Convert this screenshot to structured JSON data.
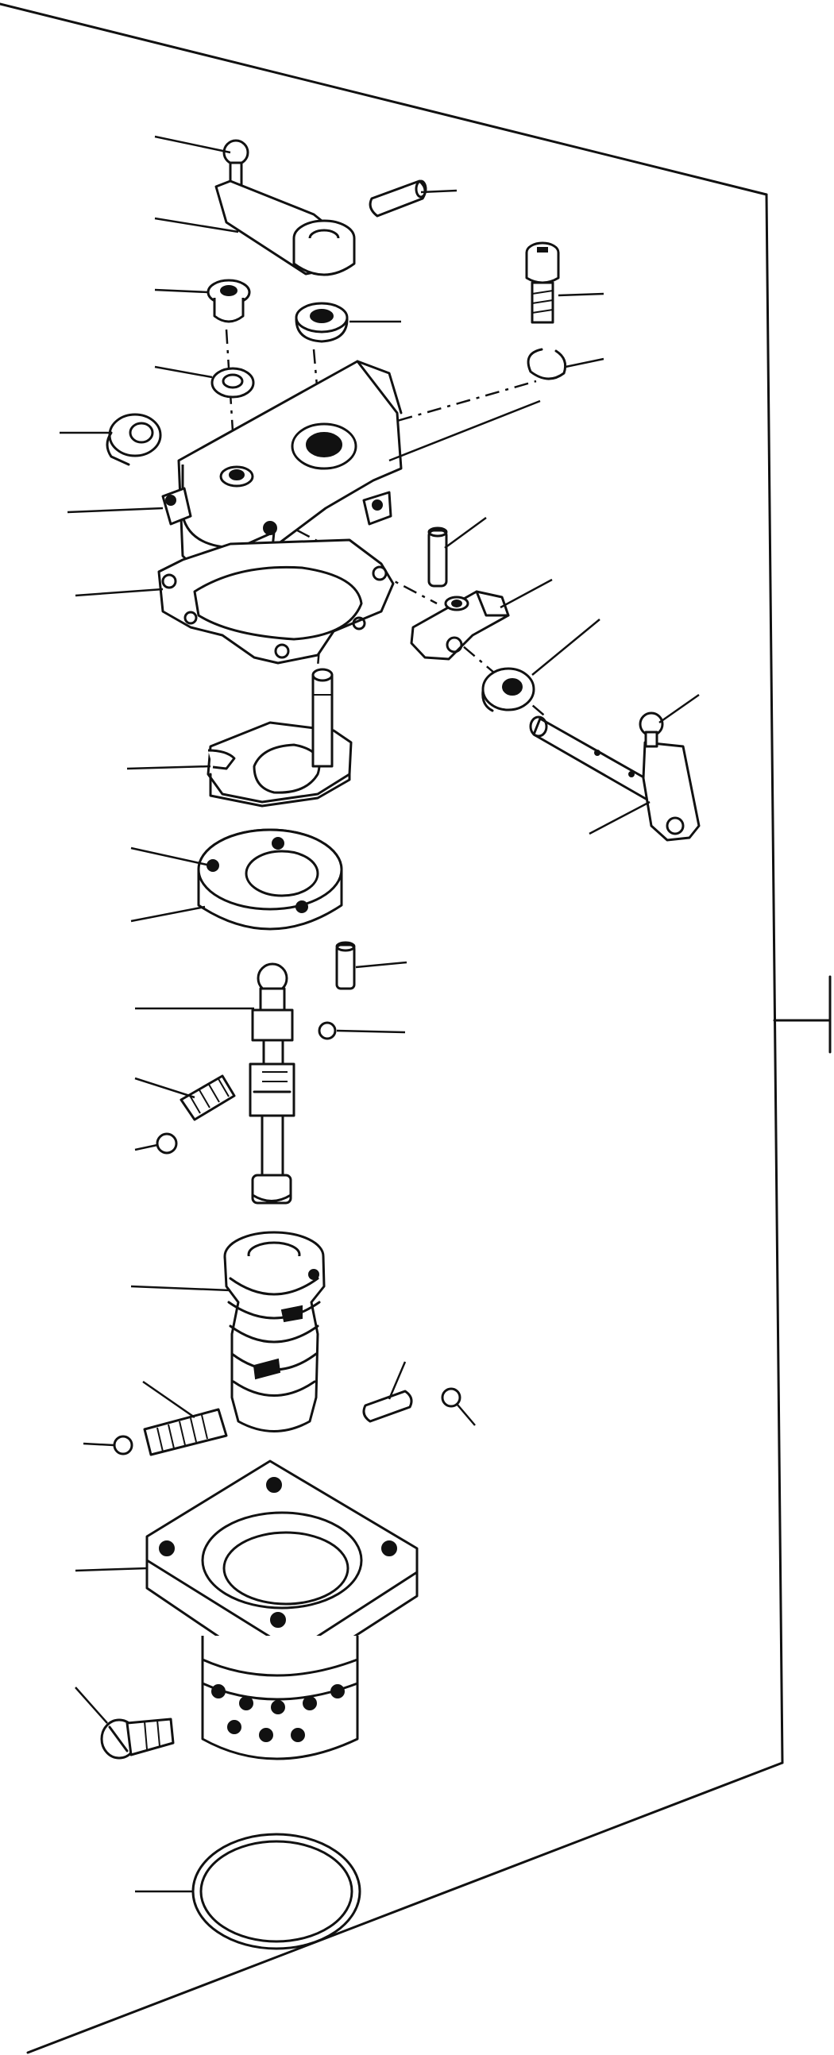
{
  "diagram": {
    "type": "exploded-parts-view",
    "colors": {
      "ink": "#111111",
      "paper": "#ffffff"
    },
    "callout_count": 27,
    "part_ids": [
      "ball-stud-lever-top",
      "dowel-pin-top",
      "plug-cap",
      "seal-washer-upper",
      "socket-cap-screw",
      "seal-ring-top",
      "washer-left",
      "snap-ring",
      "spacer-ring",
      "housing-cover",
      "cover-gasket",
      "pin-right",
      "clamp-lever",
      "shaft-washer",
      "cam-plate",
      "lever-shaft",
      "pin-short",
      "thrust-ring",
      "ball-small-1",
      "control-spool",
      "spring-small",
      "ball-small-2",
      "sleeve-cylinder",
      "spring-large",
      "pin-small-right",
      "ball-small-3",
      "ball-small-4",
      "flange-body",
      "slotted-screw",
      "o-ring-seal"
    ]
  }
}
